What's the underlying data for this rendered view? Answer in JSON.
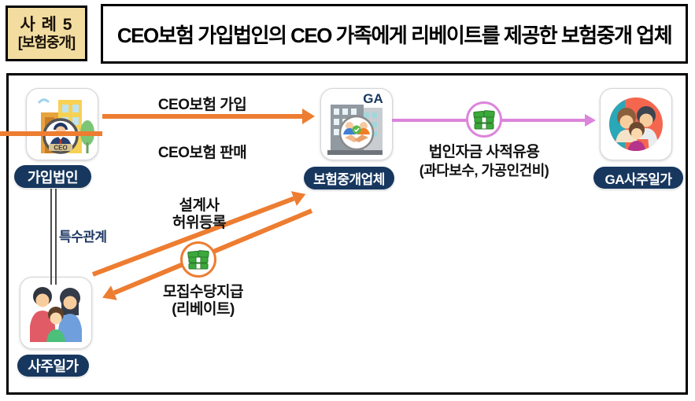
{
  "header": {
    "case_no": "사 례 5",
    "case_category": "[보험중개]",
    "title": "CEO보험 가입법인의 CEO 가족에게 리베이트를 제공한 보험중개 업체"
  },
  "diagram": {
    "entities": {
      "subscriber": {
        "label": "가입법인",
        "emblem_text": "CEO"
      },
      "broker": {
        "label": "보험중개업체",
        "building_text": "GA"
      },
      "ga_family": {
        "label": "GA사주일가"
      },
      "family": {
        "label": "사주일가"
      }
    },
    "flows": {
      "enroll": {
        "label": "CEO보험 가입"
      },
      "sell": {
        "label": "CEO보험 판매"
      },
      "misuse": {
        "line1": "법인자금 사적유용",
        "line2": "(과다보수, 가공인건비)"
      },
      "false_reg": {
        "line1": "설계사",
        "line2": "허위등록"
      },
      "commission": {
        "line1": "모집수당지급",
        "line2": "(리베이트)"
      },
      "relation": {
        "label": "특수관계"
      }
    }
  },
  "colors": {
    "arrow_orange": "#ED7D31",
    "arrow_pink": "#DC85DC",
    "badge_navy": "#17375E",
    "relation_navy": "#1F3864",
    "case_box_bg": "#F2DCA0",
    "money_green": "#3BA93B"
  }
}
